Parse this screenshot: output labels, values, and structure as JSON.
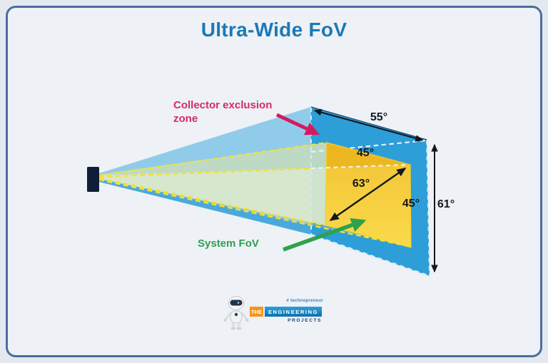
{
  "title": "Ultra-Wide FoV",
  "labels": {
    "collector_zone": "Collector exclusion zone",
    "system_fov": "System FoV"
  },
  "angles": {
    "outer_horizontal": "55°",
    "system_horizontal": "45°",
    "system_diagonal": "63°",
    "system_vertical": "45°",
    "outer_vertical": "61°"
  },
  "logo": {
    "tagline": "# technopreneur",
    "brand_the": "THE",
    "brand_engineering": "ENGINEERING",
    "brand_projects": "PROJECTS"
  },
  "colors": {
    "title_blue": "#1c79b5",
    "screen_blue": "#2d9ed8",
    "system_yellow": "#f7d440",
    "cone_blue": "#85c8e9",
    "cone_green": "#dde8ca",
    "collector_pink": "#d62a6e",
    "system_green": "#2f9e53",
    "sensor_navy": "#0f1e38",
    "border_blue": "#4b6d9e"
  }
}
